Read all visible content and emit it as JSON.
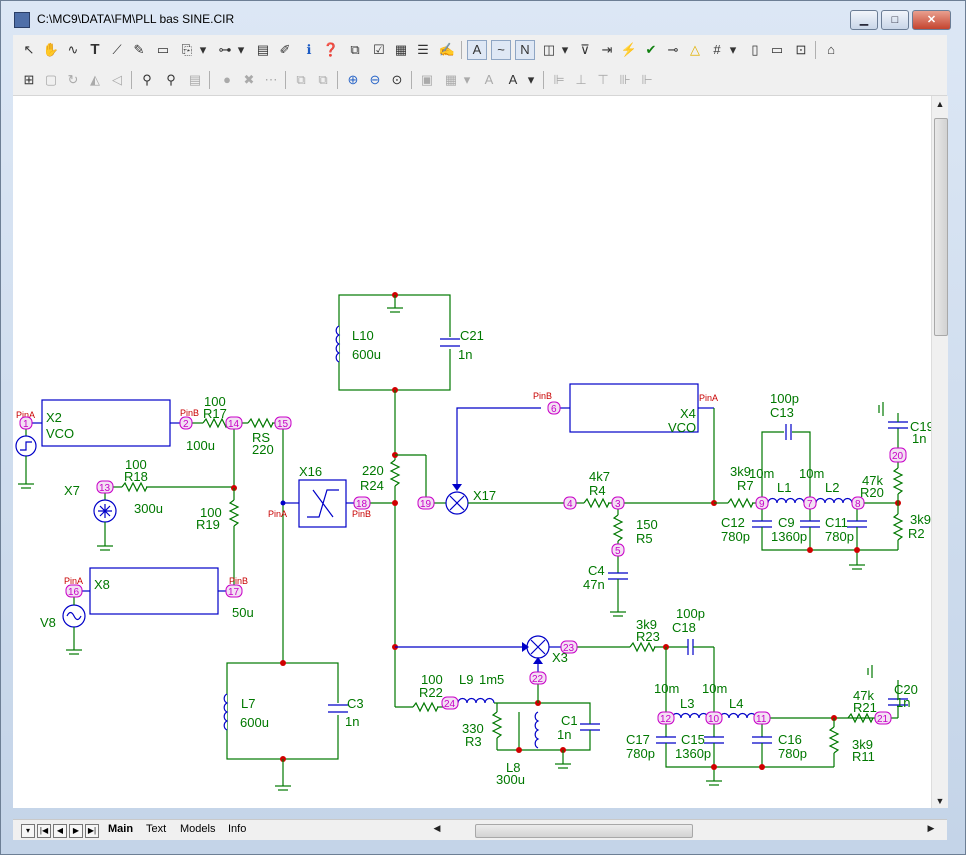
{
  "window": {
    "title": "C:\\MC9\\DATA\\FM\\PLL bas SINE.CIR",
    "minimize": "▁",
    "maximize": "□",
    "close": "✕"
  },
  "toolbar1": [
    "↖",
    "✋",
    "∿",
    "T",
    "⟋",
    "✎",
    "▭",
    "⎘",
    "▾",
    "⊶",
    "▾",
    "▤",
    "✐",
    "ℹ",
    "❓",
    "⧉",
    "☑",
    "▦",
    "☰",
    "✍",
    "A",
    "~",
    "N",
    "◫",
    "▾",
    "⊽",
    "⇥",
    "⚡",
    "✔",
    "⊸",
    "△",
    "#",
    "▾",
    "▯",
    "▭",
    "⊡",
    "⌂"
  ],
  "toolbar2": [
    "⊞",
    "▢",
    "↻",
    "◭",
    "◁",
    "⚲",
    "⚲",
    "▤",
    "●",
    "✖",
    "⋯",
    "⧉",
    "⧉",
    "⊕",
    "⊖",
    "⊙",
    "▣",
    "▦",
    "▾",
    "A",
    "A",
    "▾",
    "⊫",
    "⊥",
    "⊤",
    "⊪",
    "⊩"
  ],
  "tabs": [
    "Main",
    "Text",
    "Models",
    "Info"
  ],
  "nav": [
    "▾",
    "|◀",
    "◀",
    "▶",
    "▶|"
  ],
  "scroll": {
    "up": "▲",
    "down": "▼",
    "left": "◀",
    "right": "▶"
  },
  "schematic": {
    "components": {
      "x2": "X2",
      "x2_type": "VCO",
      "r17_val": "100",
      "r17": "R17",
      "l_x2": "100u",
      "rs": "RS",
      "rs_val": "220",
      "x7": "X7",
      "r18_val": "100",
      "r18": "R18",
      "x7_val": "300u",
      "r19_val": "100",
      "r19": "R19",
      "x8": "X8",
      "v8": "V8",
      "x8_val": "50u",
      "x16": "X16",
      "l7": "L7",
      "l7_val": "600u",
      "c3": "C3",
      "c3_val": "1n",
      "l10": "L10",
      "l10_val": "600u",
      "c21": "C21",
      "c21_val": "1n",
      "r24_val": "220",
      "r24": "R24",
      "x17": "X17",
      "x4": "X4",
      "x4_type": "VCO",
      "r4_val": "4k7",
      "r4": "R4",
      "r5_val": "150",
      "r5": "R5",
      "c4": "C4",
      "c4_val": "47n",
      "r7_val": "3k9",
      "r7": "R7",
      "c13_val": "100p",
      "c13": "C13",
      "l1_val": "10m",
      "l1": "L1",
      "l2_val": "10m",
      "l2": "L2",
      "c12": "C12",
      "c12_val": "780p",
      "c9": "C9",
      "c9_val": "1360p",
      "c11": "C11",
      "c11_val": "780p",
      "r20_val": "47k",
      "r20": "R20",
      "c19": "C19",
      "c19_val": "1n",
      "r2_val": "3k9",
      "r2": "R2",
      "x3": "X3",
      "r23_val": "3k9",
      "r23": "R23",
      "c18_val": "100p",
      "c18": "C18",
      "r22_val": "100",
      "r22": "R22",
      "l9": "L9",
      "l9_val": "1m5",
      "r3_val": "330",
      "r3": "R3",
      "c1": "C1",
      "c1_val": "1n",
      "l8": "L8",
      "l8_val": "300u",
      "l3_val": "10m",
      "l3": "L3",
      "l4_val": "10m",
      "l4": "L4",
      "c17": "C17",
      "c17_val": "780p",
      "c15": "C15",
      "c15_val": "1360p",
      "c16": "C16",
      "c16_val": "780p",
      "r21_val": "47k",
      "r21": "R21",
      "c20": "C20",
      "c20_val": "1n",
      "r11_val": "3k9",
      "r11": "R11"
    },
    "pins": {
      "pina": "PinA",
      "pinb": "PinB"
    },
    "nodes": [
      "1",
      "2",
      "14",
      "15",
      "13",
      "16",
      "17",
      "18",
      "19",
      "6",
      "4",
      "3",
      "5",
      "9",
      "7",
      "8",
      "20",
      "23",
      "22",
      "24",
      "12",
      "10",
      "11",
      "21"
    ]
  }
}
